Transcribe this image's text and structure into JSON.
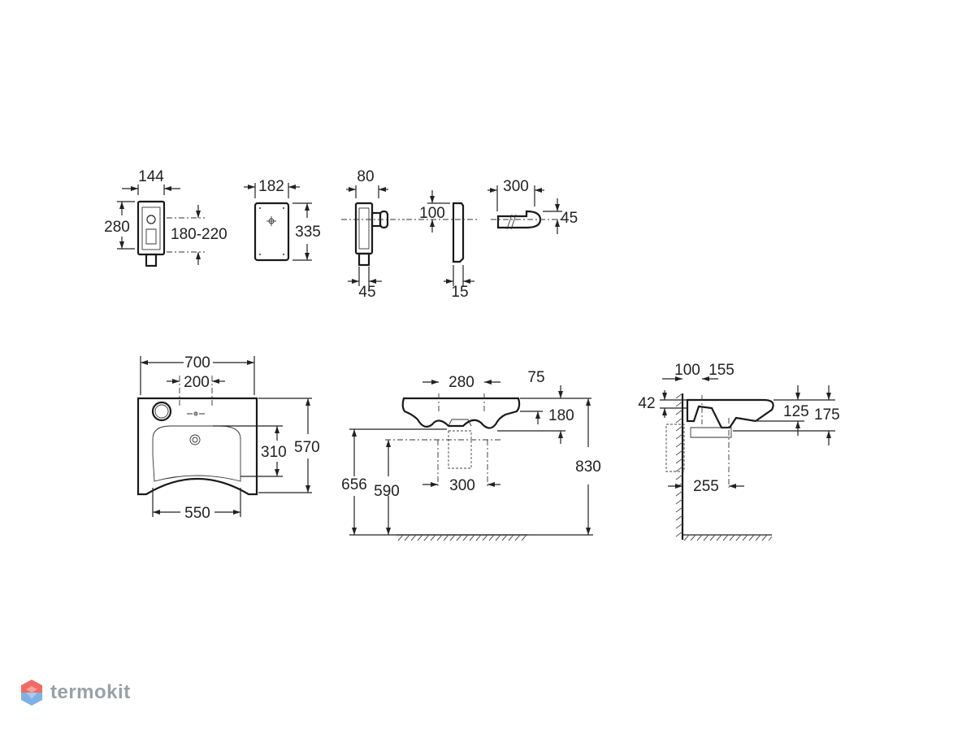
{
  "brand": {
    "name": "termokit",
    "icon": "hexagon-logo-icon",
    "colors": {
      "top": "#ef6b63",
      "bottom": "#7fb0e6",
      "text": "#9aa0a6"
    }
  },
  "views": {
    "carrier_front": {
      "width": "144",
      "height": "280",
      "range": "180-220"
    },
    "cover_plate": {
      "width": "182",
      "height": "335"
    },
    "carrier_side": {
      "depth": "80",
      "base": "45"
    },
    "plate_side": {
      "offset": "100",
      "thickness": "15"
    },
    "pipe": {
      "length": "300",
      "height": "45"
    },
    "basin_top": {
      "width": "700",
      "tap_spacing": "200",
      "depth": "570",
      "bowl_depth": "310",
      "front_width": "550"
    },
    "basin_front": {
      "tap_spacing": "280",
      "top_offset": "75",
      "rim_height": "180",
      "outlet_height": "656",
      "support_height": "590",
      "support_spacing": "300",
      "total_height": "830"
    },
    "basin_side": {
      "wall_gap": "100",
      "tap_offset": "155",
      "top_gap": "42",
      "front_drop": "125",
      "total_drop": "175",
      "outlet_offset": "255"
    }
  }
}
